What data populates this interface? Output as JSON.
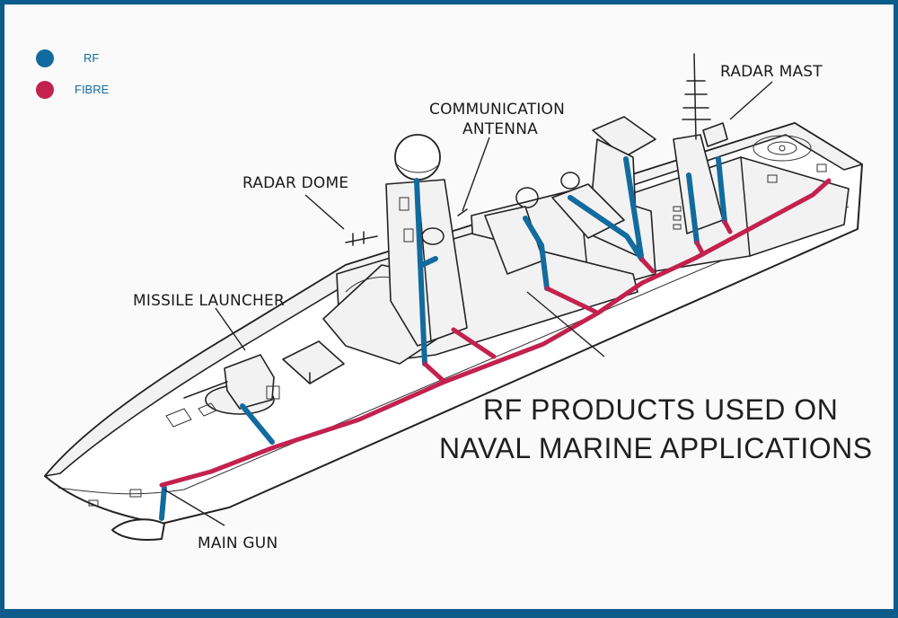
{
  "legend": {
    "rf": {
      "label": "RF",
      "color": "#126b9e"
    },
    "fibre": {
      "label": "FIBRE",
      "color": "#c3214f"
    }
  },
  "callouts": {
    "radar_mast": "RADAR MAST",
    "communication_antenna_line1": "COMMUNICATION",
    "communication_antenna_line2": "ANTENNA",
    "radar_dome": "RADAR DOME",
    "missile_launcher": "MISSILE LAUNCHER",
    "main_gun": "MAIN GUN"
  },
  "title": {
    "line1": "RF PRODUCTS USED ON",
    "line2": "NAVAL MARINE APPLICATIONS"
  },
  "colors": {
    "border": "#0b5b8c",
    "background": "#fafafa"
  }
}
